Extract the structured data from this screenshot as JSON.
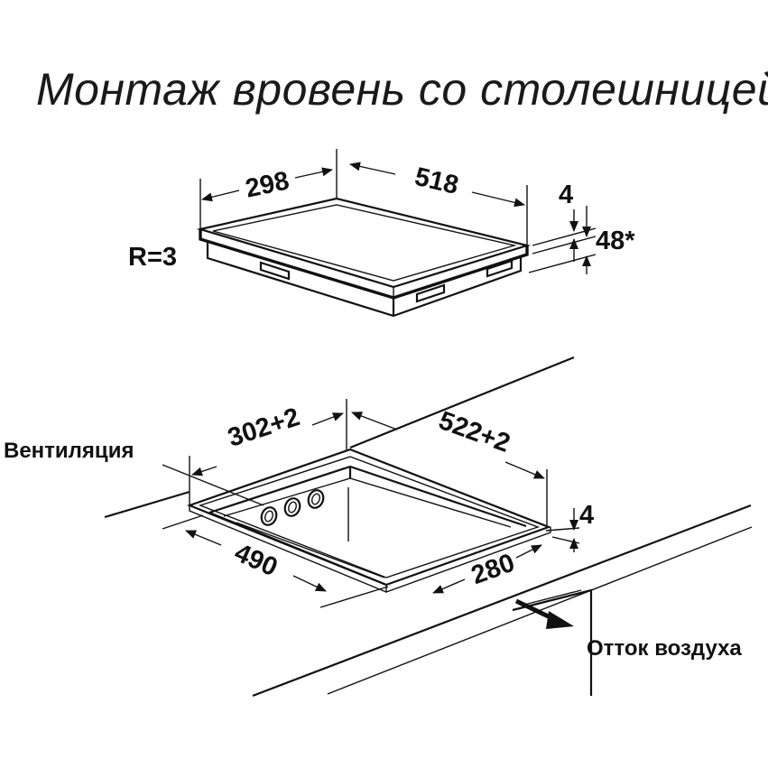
{
  "title": "Монтаж вровень со столешницей",
  "hob": {
    "width_label": "298",
    "depth_label": "518",
    "radius_label": "R=3",
    "rim_label": "4",
    "height_label": "48*"
  },
  "cutout": {
    "width_label": "302+2",
    "depth_label": "522+2",
    "inner_depth_label": "490",
    "inner_width_label": "280",
    "step_label": "4",
    "ventilation_label": "Вентиляция",
    "airflow_label": "Отток воздуха"
  }
}
